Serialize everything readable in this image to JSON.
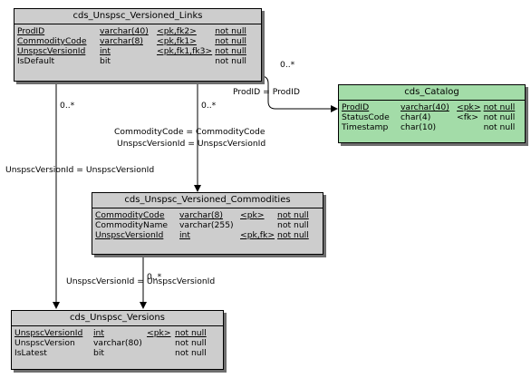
{
  "colors": {
    "entity_fill": "#cdcdcd",
    "catalog_fill": "#a3dca8",
    "line": "#000000",
    "shadow": "#6e6e6e"
  },
  "entities": {
    "links": {
      "title": "cds_Unspsc_Versioned_Links",
      "rows": [
        [
          "ProdID",
          "varchar(40)",
          "<pk,fk2>",
          "not null"
        ],
        [
          "CommodityCode",
          "varchar(8)",
          "<pk,fk1>",
          "not null"
        ],
        [
          "UnspscVersionId",
          "int",
          "<pk,fk1,fk3>",
          "not null"
        ],
        [
          "IsDefault",
          "bit",
          "",
          "not null"
        ]
      ]
    },
    "catalog": {
      "title": "cds_Catalog",
      "rows": [
        [
          "ProdID",
          "varchar(40)",
          "<pk>",
          "not null"
        ],
        [
          "StatusCode",
          "char(4)",
          "<fk>",
          "not null"
        ],
        [
          "Timestamp",
          "char(10)",
          "",
          "not null"
        ]
      ]
    },
    "commodities": {
      "title": "cds_Unspsc_Versioned_Commodities",
      "rows": [
        [
          "CommodityCode",
          "varchar(8)",
          "<pk>",
          "not null"
        ],
        [
          "CommodityName",
          "varchar(255)",
          "",
          "not null"
        ],
        [
          "UnspscVersionId",
          "int",
          "<pk,fk>",
          "not null"
        ]
      ]
    },
    "versions": {
      "title": "cds_Unspsc_Versions",
      "rows": [
        [
          "UnspscVersionId",
          "int",
          "<pk>",
          "not null"
        ],
        [
          "UnspscVersion",
          "varchar(80)",
          "",
          "not null"
        ],
        [
          "IsLatest",
          "bit",
          "",
          "not null"
        ]
      ]
    }
  },
  "relationships": {
    "links_catalog": {
      "label": "ProdID = ProdID",
      "cardinality": "0..*"
    },
    "links_commodities": {
      "label_line1": "CommodityCode = CommodityCode",
      "label_line2": "UnspscVersionId = UnspscVersionId",
      "cardinality": "0..*"
    },
    "links_versions": {
      "label": "UnspscVersionId = UnspscVersionId",
      "cardinality": "0..*"
    },
    "commodities_versions": {
      "label": "UnspscVersionId = UnspscVersionId",
      "cardinality": "0..*"
    }
  }
}
